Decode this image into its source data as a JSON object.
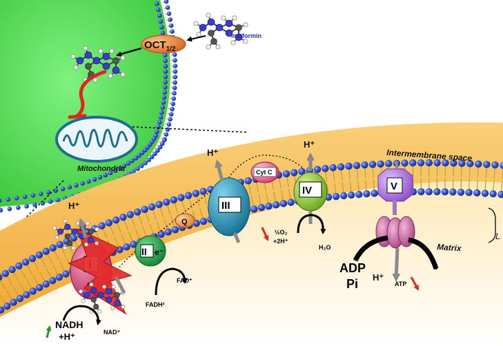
{
  "labels": {
    "metformin": "metformin",
    "oct_main": "OCT",
    "oct_sub": "1/2",
    "mitochondria": "Mitochondria",
    "intermembrane": "Intermembrane space",
    "matrix": "Matrix",
    "complex_i": "I",
    "complex_ii": "II",
    "complex_iii": "III",
    "complex_iv": "IV",
    "complex_v": "V",
    "q": "Q",
    "cytc": "Cyt C",
    "e_minus_1": "e⁻",
    "e_minus_2": "e⁻",
    "hplus": "H⁺",
    "nadh_line1": "NADH",
    "nadh_line2": "+H⁺",
    "nad": "NAD⁺",
    "fadh": "FADH²",
    "fad": "FAD⁺",
    "o2_line1": "½O₂",
    "o2_line2": "+2H⁺",
    "h2o": "H₂O",
    "adp": "ADP",
    "pi": "Pi",
    "atp": "ATP",
    "edge_mark": "L"
  },
  "colors": {
    "cell": "#57d957",
    "intermembrane": "#f6b84a",
    "bead": "#2e52d6",
    "lipid_tail": "#b7a42c",
    "complex_i": "#d8457a",
    "complex_ii": "#22a84a",
    "complex_iii": "#1d8fb5",
    "complex_iv": "#8ccf2e",
    "complex_v": "#b578e6",
    "atp_synthase": "#cf74a8",
    "oct": "#f08a3d",
    "inhibitor": "#e0271e",
    "lightning": "#e52b2b",
    "arrow_grey": "#8a8a8a",
    "metformin_text": "#2b2bb0"
  }
}
